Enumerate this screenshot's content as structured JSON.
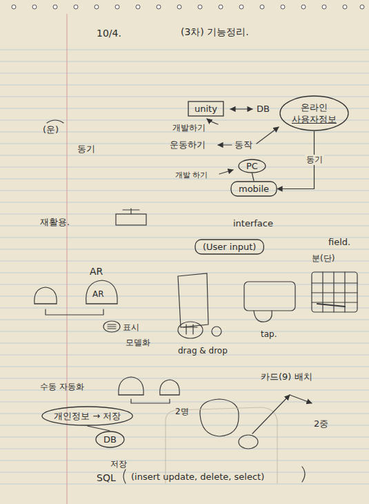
{
  "diagram": {
    "title": "(3차) 기능정리.",
    "nodes": [
      {
        "text": [
          "unity"
        ]
      },
      {
        "text": [
          "온라인",
          "사용자정보"
        ]
      },
      {
        "text": [
          "PC"
        ]
      },
      {
        "text": [
          "mobile"
        ]
      },
      {
        "text": [
          "(User input)"
        ]
      },
      {
        "text": [
          "개인정보 → 저장"
        ]
      },
      {
        "text": [
          "DB"
        ]
      }
    ],
    "edges": [
      {
        "from": 1,
        "to": 3,
        "label": "동기",
        "arrow": "to"
      },
      {
        "from": 2,
        "to": 3,
        "arrow": "none"
      },
      {
        "from": 5,
        "to": 6,
        "arrow": "none"
      }
    ],
    "labels": [
      "10/4.",
      "DB",
      "개발하기",
      "(운)",
      "동기",
      "운동하기",
      "동작",
      "개발 하기",
      "재활용.",
      "interface",
      "field.",
      "분(단)",
      "AR",
      "AR",
      "표시",
      "모델화",
      "drag & drop",
      "tap.",
      "수동 자동화",
      "2명",
      "카드(9) 배치",
      "2중",
      "저장",
      "SQL",
      "(insert update, delete, select)"
    ]
  }
}
